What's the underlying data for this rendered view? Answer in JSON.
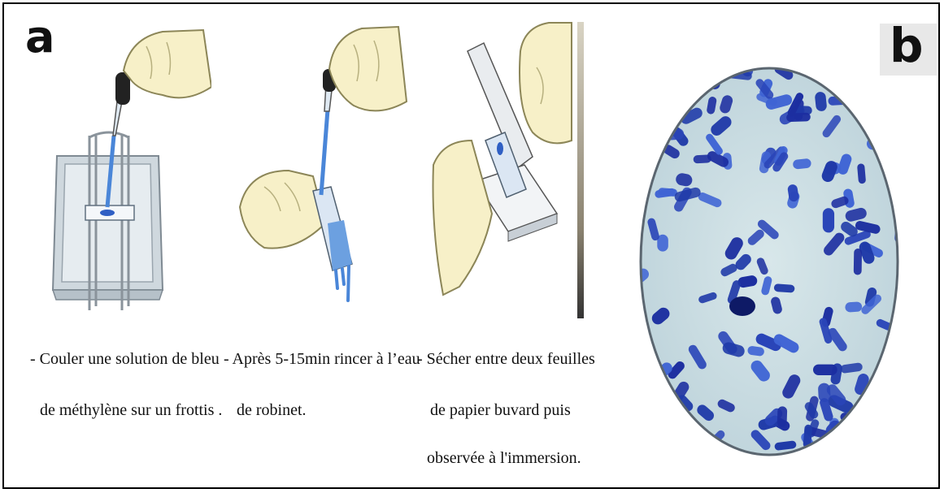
{
  "panel_a": {
    "label": "a",
    "steps": [
      {
        "line1": "- Couler une solution de bleu",
        "line2": "de méthylène sur un frottis ."
      },
      {
        "line1": "- Après 5-15min rincer à l’eau",
        "line2": "de robinet."
      },
      {
        "line1": "- Sécher entre deux feuilles",
        "line2": "de papier buvard puis",
        "line3": "observée à l'immersion."
      }
    ]
  },
  "panel_b": {
    "label": "b"
  },
  "colors": {
    "stain_blue": "#2f5fc4",
    "cell_dark": "#1c2ea0",
    "cell_light": "#3f64d4",
    "field_bg": "#c9dce2",
    "skin": "#f7f0c8",
    "tray": "#cfd8de"
  }
}
